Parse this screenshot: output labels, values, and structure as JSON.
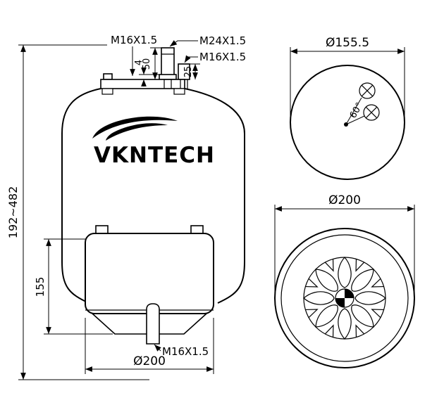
{
  "front_view": {
    "logo": "VKNTECH",
    "labels": {
      "thread_top_left": "M16X1.5",
      "thread_top_center": "M24X1.5",
      "thread_top_right": "M16X1.5",
      "dim_plate_offset": "4",
      "dim_stud_height": "50",
      "dim_port_height": "25",
      "dim_height_range": "192~482",
      "dim_piston_height": "155",
      "thread_bottom": "M16X1.5",
      "dim_base_diameter": "Ø200"
    }
  },
  "top_view": {
    "dim_diameter": "Ø155.5",
    "angle": "60°"
  },
  "bottom_view": {
    "dim_diameter": "Ø200"
  }
}
